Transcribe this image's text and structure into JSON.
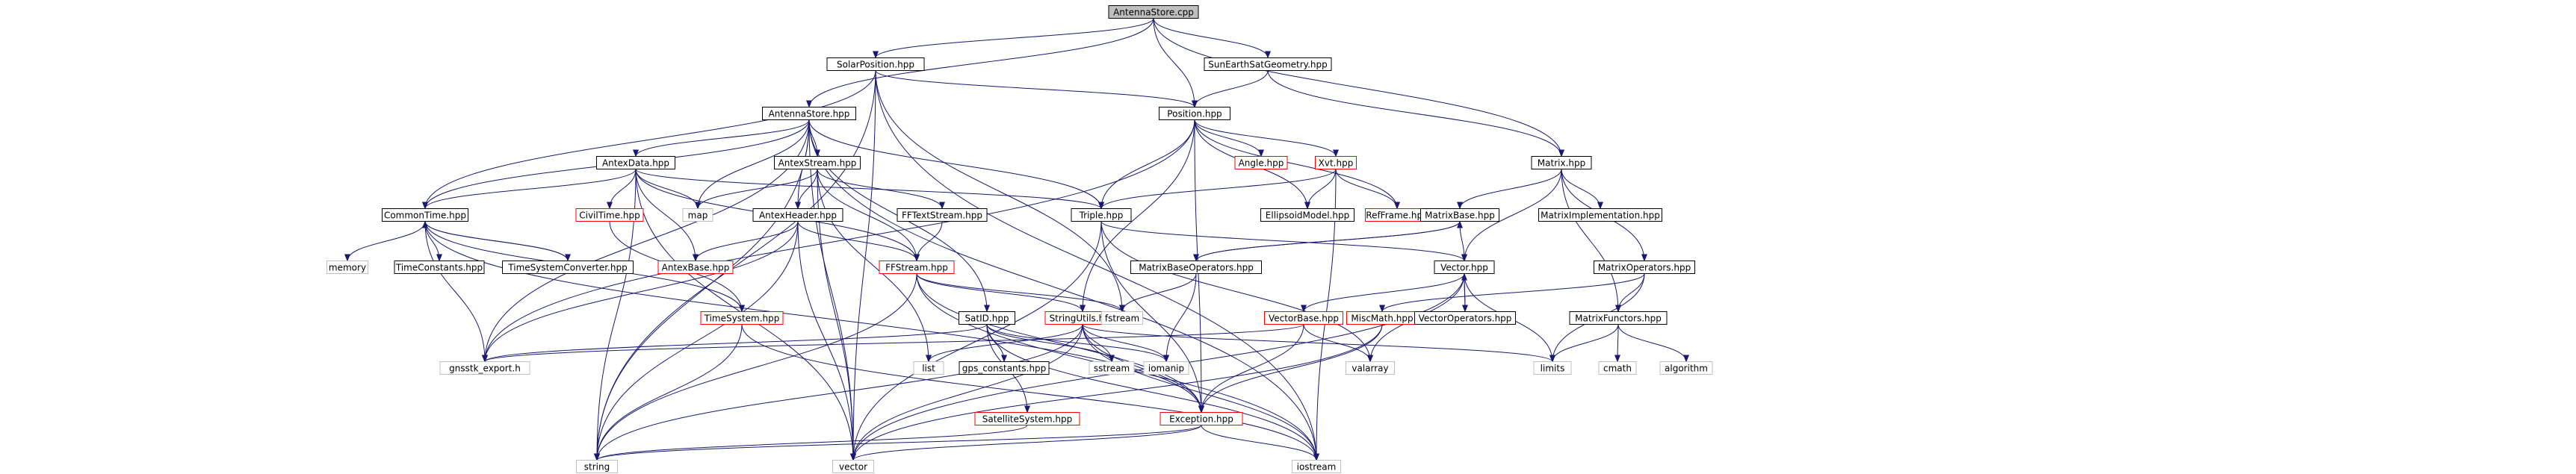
{
  "diagram": {
    "colors": {
      "edge": "#191970",
      "border_normal": "#000000",
      "border_incomplete": "#ff0000",
      "border_system": "#bfbfbf",
      "root_fill": "#bfbfbf",
      "node_fill": "#ffffff"
    },
    "nodes": [
      {
        "id": "AntennaStore_cpp",
        "label": "AntennaStore.cpp",
        "kind": "root"
      },
      {
        "id": "SolarPosition_hpp",
        "label": "SolarPosition.hpp",
        "kind": "normal"
      },
      {
        "id": "SunEarthSatGeometry_hpp",
        "label": "SunEarthSatGeometry.hpp",
        "kind": "normal"
      },
      {
        "id": "AntennaStore_hpp",
        "label": "AntennaStore.hpp",
        "kind": "normal"
      },
      {
        "id": "Position_hpp",
        "label": "Position.hpp",
        "kind": "normal"
      },
      {
        "id": "AntexData_hpp",
        "label": "AntexData.hpp",
        "kind": "normal"
      },
      {
        "id": "AntexStream_hpp",
        "label": "AntexStream.hpp",
        "kind": "normal"
      },
      {
        "id": "Angle_hpp",
        "label": "Angle.hpp",
        "kind": "incomplete"
      },
      {
        "id": "Xvt_hpp",
        "label": "Xvt.hpp",
        "kind": "incomplete"
      },
      {
        "id": "Matrix_hpp",
        "label": "Matrix.hpp",
        "kind": "normal"
      },
      {
        "id": "CommonTime_hpp",
        "label": "CommonTime.hpp",
        "kind": "normal"
      },
      {
        "id": "CivilTime_hpp",
        "label": "CivilTime.hpp",
        "kind": "incomplete"
      },
      {
        "id": "map",
        "label": "map",
        "kind": "system"
      },
      {
        "id": "AntexHeader_hpp",
        "label": "AntexHeader.hpp",
        "kind": "normal"
      },
      {
        "id": "FFTextStream_hpp",
        "label": "FFTextStream.hpp",
        "kind": "normal"
      },
      {
        "id": "Triple_hpp",
        "label": "Triple.hpp",
        "kind": "normal"
      },
      {
        "id": "EllipsoidModel_hpp",
        "label": "EllipsoidModel.hpp",
        "kind": "normal"
      },
      {
        "id": "RefFrame_hpp",
        "label": "RefFrame.hpp",
        "kind": "incomplete"
      },
      {
        "id": "MatrixBase_hpp",
        "label": "MatrixBase.hpp",
        "kind": "normal"
      },
      {
        "id": "MatrixImplementation_hpp",
        "label": "MatrixImplementation.hpp",
        "kind": "normal"
      },
      {
        "id": "memory",
        "label": "memory",
        "kind": "system"
      },
      {
        "id": "TimeConstants_hpp",
        "label": "TimeConstants.hpp",
        "kind": "normal"
      },
      {
        "id": "TimeSystemConverter_hpp",
        "label": "TimeSystemConverter.hpp",
        "kind": "normal"
      },
      {
        "id": "AntexBase_hpp",
        "label": "AntexBase.hpp",
        "kind": "incomplete"
      },
      {
        "id": "FFStream_hpp",
        "label": "FFStream.hpp",
        "kind": "incomplete"
      },
      {
        "id": "MatrixBaseOperators_hpp",
        "label": "MatrixBaseOperators.hpp",
        "kind": "normal"
      },
      {
        "id": "Vector_hpp",
        "label": "Vector.hpp",
        "kind": "normal"
      },
      {
        "id": "MatrixOperators_hpp",
        "label": "MatrixOperators.hpp",
        "kind": "normal"
      },
      {
        "id": "TimeSystem_hpp",
        "label": "TimeSystem.hpp",
        "kind": "incomplete"
      },
      {
        "id": "SatID_hpp",
        "label": "SatID.hpp",
        "kind": "normal"
      },
      {
        "id": "StringUtils_hpp",
        "label": "StringUtils.hpp",
        "kind": "incomplete"
      },
      {
        "id": "fstream",
        "label": "fstream",
        "kind": "system"
      },
      {
        "id": "VectorBase_hpp",
        "label": "VectorBase.hpp",
        "kind": "incomplete"
      },
      {
        "id": "MiscMath_hpp",
        "label": "MiscMath.hpp",
        "kind": "incomplete"
      },
      {
        "id": "VectorOperators_hpp",
        "label": "VectorOperators.hpp",
        "kind": "normal"
      },
      {
        "id": "MatrixFunctors_hpp",
        "label": "MatrixFunctors.hpp",
        "kind": "normal"
      },
      {
        "id": "gnsstk_export_h",
        "label": "gnsstk_export.h",
        "kind": "system"
      },
      {
        "id": "list",
        "label": "list",
        "kind": "system"
      },
      {
        "id": "gps_constants_hpp",
        "label": "gps_constants.hpp",
        "kind": "normal"
      },
      {
        "id": "sstream",
        "label": "sstream",
        "kind": "system"
      },
      {
        "id": "iomanip",
        "label": "iomanip",
        "kind": "system"
      },
      {
        "id": "valarray",
        "label": "valarray",
        "kind": "system"
      },
      {
        "id": "limits",
        "label": "limits",
        "kind": "system"
      },
      {
        "id": "cmath",
        "label": "cmath",
        "kind": "system"
      },
      {
        "id": "algorithm",
        "label": "algorithm",
        "kind": "system"
      },
      {
        "id": "SatelliteSystem_hpp",
        "label": "SatelliteSystem.hpp",
        "kind": "incomplete"
      },
      {
        "id": "Exception_hpp",
        "label": "Exception.hpp",
        "kind": "incomplete"
      },
      {
        "id": "string",
        "label": "string",
        "kind": "system"
      },
      {
        "id": "vector",
        "label": "vector",
        "kind": "system"
      },
      {
        "id": "iostream",
        "label": "iostream",
        "kind": "system"
      }
    ],
    "edges": [
      [
        "AntennaStore_cpp",
        "SolarPosition_hpp"
      ],
      [
        "AntennaStore_cpp",
        "SunEarthSatGeometry_hpp"
      ],
      [
        "AntennaStore_cpp",
        "AntennaStore_hpp"
      ],
      [
        "AntennaStore_cpp",
        "Position_hpp"
      ],
      [
        "AntennaStore_cpp",
        "Matrix_hpp"
      ],
      [
        "SolarPosition_hpp",
        "Position_hpp"
      ],
      [
        "SolarPosition_hpp",
        "CommonTime_hpp"
      ],
      [
        "SolarPosition_hpp",
        "string"
      ],
      [
        "SolarPosition_hpp",
        "vector"
      ],
      [
        "SolarPosition_hpp",
        "iostream"
      ],
      [
        "SolarPosition_hpp",
        "fstream"
      ],
      [
        "SunEarthSatGeometry_hpp",
        "Position_hpp"
      ],
      [
        "SunEarthSatGeometry_hpp",
        "Matrix_hpp"
      ],
      [
        "AntennaStore_hpp",
        "AntexData_hpp"
      ],
      [
        "AntennaStore_hpp",
        "AntexStream_hpp"
      ],
      [
        "AntennaStore_hpp",
        "AntexHeader_hpp"
      ],
      [
        "AntennaStore_hpp",
        "CommonTime_hpp"
      ],
      [
        "AntennaStore_hpp",
        "map"
      ],
      [
        "AntennaStore_hpp",
        "SatID_hpp"
      ],
      [
        "AntennaStore_hpp",
        "Triple_hpp"
      ],
      [
        "AntennaStore_hpp",
        "gnsstk_export_h"
      ],
      [
        "AntennaStore_hpp",
        "string"
      ],
      [
        "AntennaStore_hpp",
        "vector"
      ],
      [
        "AntennaStore_hpp",
        "iostream"
      ],
      [
        "Position_hpp",
        "Angle_hpp"
      ],
      [
        "Position_hpp",
        "Xvt_hpp"
      ],
      [
        "Position_hpp",
        "EllipsoidModel_hpp"
      ],
      [
        "Position_hpp",
        "RefFrame_hpp"
      ],
      [
        "Position_hpp",
        "Triple_hpp"
      ],
      [
        "Position_hpp",
        "StringUtils_hpp"
      ],
      [
        "Position_hpp",
        "Exception_hpp"
      ],
      [
        "Position_hpp",
        "gnsstk_export_h"
      ],
      [
        "AntexData_hpp",
        "CommonTime_hpp"
      ],
      [
        "AntexData_hpp",
        "CivilTime_hpp"
      ],
      [
        "AntexData_hpp",
        "map"
      ],
      [
        "AntexData_hpp",
        "AntexBase_hpp"
      ],
      [
        "AntexData_hpp",
        "FFStream_hpp"
      ],
      [
        "AntexData_hpp",
        "Triple_hpp"
      ],
      [
        "AntexData_hpp",
        "string"
      ],
      [
        "AntexData_hpp",
        "vector"
      ],
      [
        "AntexStream_hpp",
        "AntexHeader_hpp"
      ],
      [
        "AntexStream_hpp",
        "FFTextStream_hpp"
      ],
      [
        "AntexStream_hpp",
        "FFStream_hpp"
      ],
      [
        "AntexStream_hpp",
        "map"
      ],
      [
        "AntexStream_hpp",
        "list"
      ],
      [
        "AntexStream_hpp",
        "vector"
      ],
      [
        "Xvt_hpp",
        "Triple_hpp"
      ],
      [
        "Xvt_hpp",
        "EllipsoidModel_hpp"
      ],
      [
        "Xvt_hpp",
        "RefFrame_hpp"
      ],
      [
        "Xvt_hpp",
        "iostream"
      ],
      [
        "Matrix_hpp",
        "MatrixBase_hpp"
      ],
      [
        "Matrix_hpp",
        "MatrixImplementation_hpp"
      ],
      [
        "Matrix_hpp",
        "MatrixOperators_hpp"
      ],
      [
        "Matrix_hpp",
        "MatrixFunctors_hpp"
      ],
      [
        "Matrix_hpp",
        "Vector_hpp"
      ],
      [
        "CommonTime_hpp",
        "memory"
      ],
      [
        "CommonTime_hpp",
        "TimeConstants_hpp"
      ],
      [
        "CommonTime_hpp",
        "TimeSystemConverter_hpp"
      ],
      [
        "CommonTime_hpp",
        "TimeSystem_hpp"
      ],
      [
        "CommonTime_hpp",
        "Exception_hpp"
      ],
      [
        "CommonTime_hpp",
        "gnsstk_export_h"
      ],
      [
        "TimeSystemConverter_hpp",
        "CommonTime_hpp"
      ],
      [
        "CivilTime_hpp",
        "TimeSystem_hpp"
      ],
      [
        "AntexHeader_hpp",
        "AntexBase_hpp"
      ],
      [
        "AntexHeader_hpp",
        "FFStream_hpp"
      ],
      [
        "AntexHeader_hpp",
        "string"
      ],
      [
        "AntexHeader_hpp",
        "vector"
      ],
      [
        "AntexHeader_hpp",
        "gnsstk_export_h"
      ],
      [
        "FFTextStream_hpp",
        "FFStream_hpp"
      ],
      [
        "Triple_hpp",
        "Vector_hpp"
      ],
      [
        "Triple_hpp",
        "Exception_hpp"
      ],
      [
        "Triple_hpp",
        "valarray"
      ],
      [
        "Triple_hpp",
        "vector"
      ],
      [
        "MatrixBase_hpp",
        "Vector_hpp"
      ],
      [
        "MatrixBase_hpp",
        "MatrixBaseOperators_hpp"
      ],
      [
        "FFStream_hpp",
        "StringUtils_hpp"
      ],
      [
        "FFStream_hpp",
        "Exception_hpp"
      ],
      [
        "FFStream_hpp",
        "string"
      ],
      [
        "FFStream_hpp",
        "fstream"
      ],
      [
        "FFStream_hpp",
        "iostream"
      ],
      [
        "MatrixBaseOperators_hpp",
        "MatrixBase_hpp"
      ],
      [
        "MatrixBaseOperators_hpp",
        "fstream"
      ],
      [
        "MatrixBaseOperators_hpp",
        "iomanip"
      ],
      [
        "Vector_hpp",
        "VectorBase_hpp"
      ],
      [
        "Vector_hpp",
        "VectorOperators_hpp"
      ],
      [
        "Vector_hpp",
        "limits"
      ],
      [
        "Vector_hpp",
        "valarray"
      ],
      [
        "Vector_hpp",
        "vector"
      ],
      [
        "VectorOperators_hpp",
        "Vector_hpp"
      ],
      [
        "MatrixOperators_hpp",
        "MiscMath_hpp"
      ],
      [
        "MatrixOperators_hpp",
        "MatrixFunctors_hpp"
      ],
      [
        "MatrixOperators_hpp",
        "limits"
      ],
      [
        "MatrixFunctors_hpp",
        "limits"
      ],
      [
        "MatrixFunctors_hpp",
        "cmath"
      ],
      [
        "MatrixFunctors_hpp",
        "algorithm"
      ],
      [
        "TimeSystem_hpp",
        "string"
      ],
      [
        "TimeSystem_hpp",
        "iostream"
      ],
      [
        "SatID_hpp",
        "SatelliteSystem_hpp"
      ],
      [
        "SatID_hpp",
        "gps_constants_hpp"
      ],
      [
        "SatID_hpp",
        "sstream"
      ],
      [
        "SatID_hpp",
        "iomanip"
      ],
      [
        "SatID_hpp",
        "iostream"
      ],
      [
        "SatID_hpp",
        "gnsstk_export_h"
      ],
      [
        "StringUtils_hpp",
        "Exception_hpp"
      ],
      [
        "StringUtils_hpp",
        "list"
      ],
      [
        "StringUtils_hpp",
        "sstream"
      ],
      [
        "StringUtils_hpp",
        "iomanip"
      ],
      [
        "StringUtils_hpp",
        "limits"
      ],
      [
        "StringUtils_hpp",
        "string"
      ],
      [
        "StringUtils_hpp",
        "vector"
      ],
      [
        "StringUtils_hpp",
        "iostream"
      ],
      [
        "VectorBase_hpp",
        "Exception_hpp"
      ],
      [
        "VectorBase_hpp",
        "valarray"
      ],
      [
        "VectorBase_hpp",
        "gnsstk_export_h"
      ],
      [
        "MiscMath_hpp",
        "Exception_hpp"
      ],
      [
        "MiscMath_hpp",
        "vector"
      ],
      [
        "SatelliteSystem_hpp",
        "string"
      ],
      [
        "Exception_hpp",
        "string"
      ],
      [
        "Exception_hpp",
        "vector"
      ],
      [
        "Exception_hpp",
        "iostream"
      ]
    ]
  }
}
